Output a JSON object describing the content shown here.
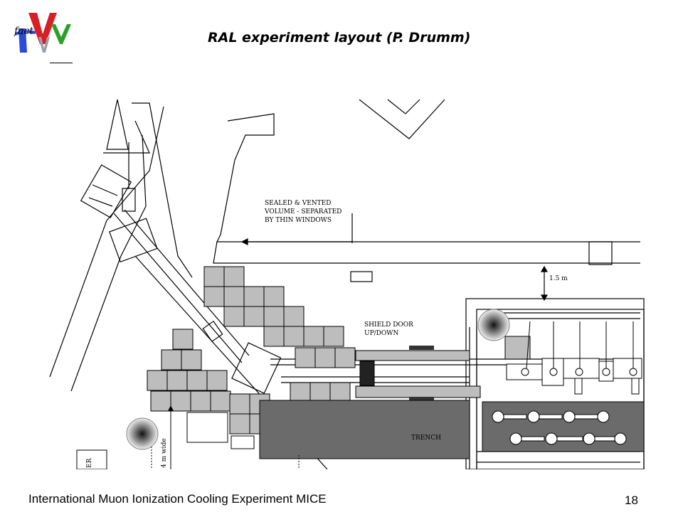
{
  "header": {
    "title": "RAL experiment layout (P. Drumm)",
    "logo_text": "fact V vv"
  },
  "diagram": {
    "sealed_label": [
      "SEALED & VENTED",
      "VOLUME - SEPARATED",
      "BY THIN WINDOWS"
    ],
    "dimension_label": "1.5 m",
    "shield_label": [
      "SHIELD DOOR",
      "UP/DOWN"
    ],
    "trench_label": "TRENCH",
    "width_label": "4 m wide",
    "edge_label": "ER",
    "colors": {
      "shield_block": "#bdbdbd",
      "trench": "#6b6b6b",
      "line": "#000000"
    }
  },
  "footer": {
    "left": "International Muon Ionization Cooling Experiment MICE",
    "right": "18"
  }
}
